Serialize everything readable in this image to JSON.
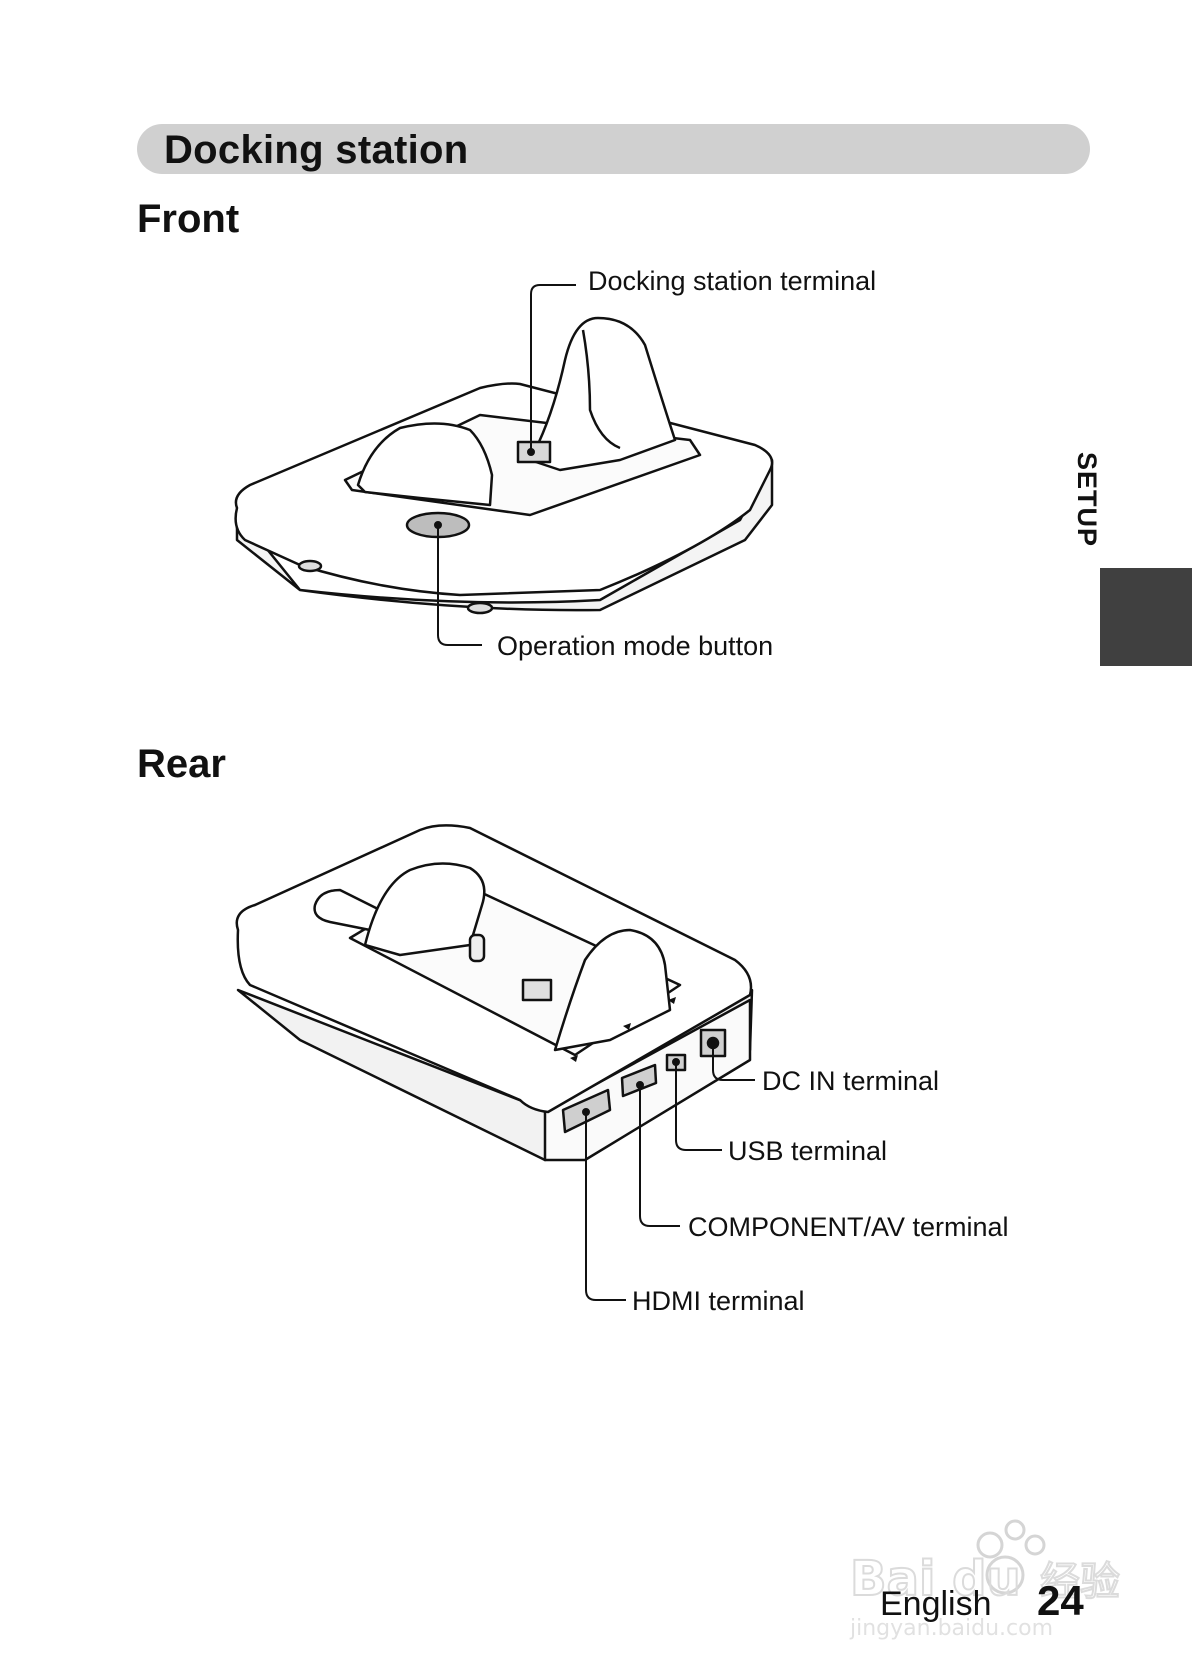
{
  "section_title": "Docking station",
  "front": {
    "heading": "Front",
    "labels": {
      "docking_terminal": "Docking station terminal",
      "operation_button": "Operation mode button"
    }
  },
  "rear": {
    "heading": "Rear",
    "labels": {
      "dc_in": "DC IN terminal",
      "usb": "USB terminal",
      "component_av": "COMPONENT/AV terminal",
      "hdmi": "HDMI terminal"
    }
  },
  "side_tab": {
    "label": "SETUP",
    "color": "#404040"
  },
  "footer": {
    "language": "English",
    "page_number": "24"
  },
  "watermark": {
    "text": "Bai du 经验",
    "subtext": "jingyan.baidu.com"
  }
}
